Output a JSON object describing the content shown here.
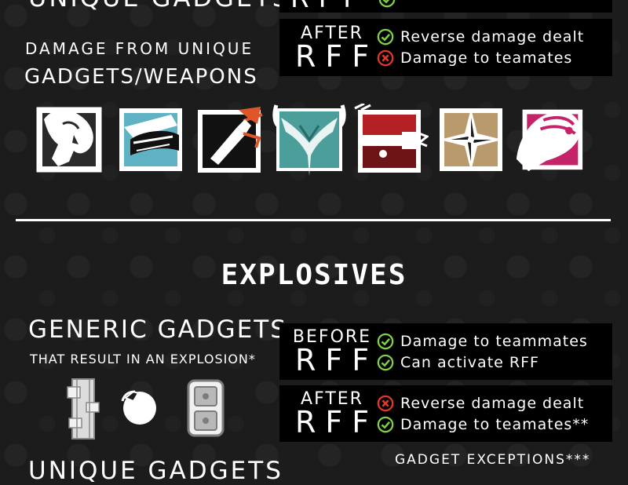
{
  "top_section": {
    "cut_left_label": "UNIQUE GADGETS",
    "cut_box_word": "RFF",
    "damage_label_line1": "DAMAGE FROM UNIQUE",
    "damage_label_line2": "GADGETS/WEAPONS",
    "after_box": {
      "phase_word": "AFTER",
      "phase_rff": "RFF",
      "items": [
        {
          "text": "Reverse damage dealt",
          "icon": "check-icon"
        },
        {
          "text": "Damage to teamates",
          "icon": "cross-icon"
        }
      ]
    },
    "operator_icons": [
      "horse-operator-icon",
      "shark-operator-icon",
      "bullet-operator-icon",
      "wing-operator-icon",
      "drill-operator-icon",
      "compass-operator-icon",
      "helmet-operator-icon"
    ]
  },
  "explosives_section": {
    "title": "EXPLOSIVES",
    "generic_label": "GENERIC GADGETS",
    "generic_sub": "THAT RESULT IN AN EXPLOSION*",
    "gadgets": [
      "breach-charge-icon",
      "frag-grenade-icon",
      "c4-icon"
    ],
    "before_box": {
      "phase_word": "BEFORE",
      "phase_rff": "RFF",
      "items": [
        {
          "text": "Damage to teammates",
          "icon": "check-icon"
        },
        {
          "text": "Can activate RFF",
          "icon": "check-icon"
        }
      ]
    },
    "after_box": {
      "phase_word": "AFTER",
      "phase_rff": "RFF",
      "items": [
        {
          "text": "Reverse damage dealt",
          "icon": "cross-icon"
        },
        {
          "text": "Damage to teamates**",
          "icon": "check-icon"
        }
      ]
    },
    "exceptions_label": "GADGET EXCEPTIONS***",
    "bottom_cut_label": "UNIQUE GADGETS"
  },
  "colors": {
    "background": "#1c1c1c",
    "box": "#000000",
    "check": "#7fcf47",
    "cross": "#e0392b",
    "text": "#ffffff"
  }
}
